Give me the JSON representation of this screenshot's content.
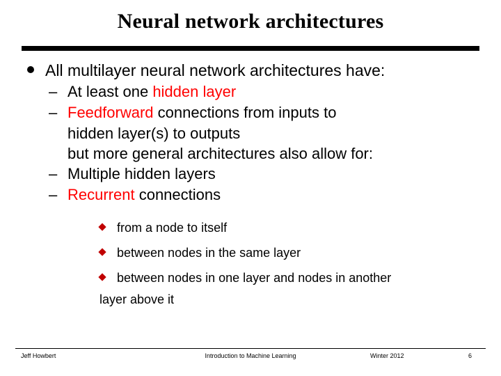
{
  "slide": {
    "title": "Neural network architectures",
    "lines": {
      "l1": "All multilayer neural network architectures have:",
      "l2a_plain": "At least one ",
      "l2a_red": "hidden layer",
      "l2b_red": "Feedforward",
      "l2b_plain": " connections from inputs to",
      "l2b_cont": "hidden layer(s) to outputs",
      "l3_plain": "but more general architectures also allow for:",
      "l4": "Multiple hidden layers",
      "l5_red": "Recurrent",
      "l5_plain": " connections",
      "s1": "from a node to itself",
      "s2": "between nodes in the same layer",
      "s3": "between nodes in one layer and nodes in another",
      "s3_cont": "layer above it"
    },
    "dash": "–"
  },
  "footer": {
    "author": "Jeff Howbert",
    "course": "Introduction to Machine Learning",
    "term": "Winter 2012",
    "page": "6"
  },
  "colors": {
    "accent_red": "#ff0000",
    "diamond_red": "#c00000",
    "text": "#000000",
    "background": "#ffffff"
  }
}
